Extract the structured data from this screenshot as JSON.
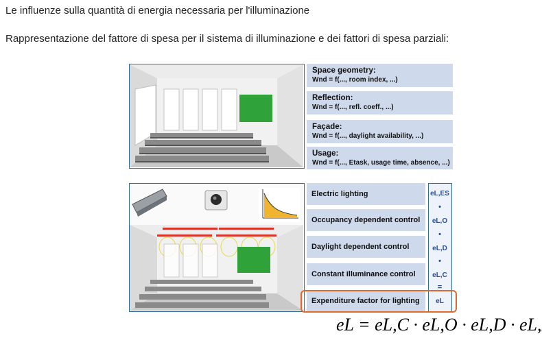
{
  "text": {
    "line1": "Le influenze sulla quantità di energia necessaria per l'illuminazione",
    "line2": "Rappresentazione del fattore di spesa per il sistema di illuminazione e dei fattori di spesa parziali:"
  },
  "influences": [
    {
      "title": "Space geometry:",
      "sub": "Wnd = f(..., room index, ...)"
    },
    {
      "title": "Reflection:",
      "sub": "Wnd = f(..., refl. coeff., ...)"
    },
    {
      "title": "Façade:",
      "sub": "Wnd = f(..., daylight availability, ...)"
    },
    {
      "title": "Usage:",
      "sub": "Wnd = f(..., Etask, usage time, absence, ...)"
    }
  ],
  "factors": [
    {
      "label": "Electric lighting",
      "symbol": "eL,ES"
    },
    {
      "label": "Occupancy dependent control",
      "symbol": "eL,O"
    },
    {
      "label": "Daylight dependent control",
      "symbol": "eL,D"
    },
    {
      "label": "Constant illuminance control",
      "symbol": "eL,C"
    },
    {
      "label": "Expenditure factor for lighting",
      "symbol": "eL"
    }
  ],
  "operators": [
    "•",
    "•",
    "•",
    "="
  ],
  "formula": "eL = eL,C · eL,O · eL,D · eL,ES",
  "colors": {
    "row_bg": "#cfd9ec",
    "border": "#2e6e99",
    "highlight": "#e06a2c",
    "board": "#2fa33a"
  }
}
